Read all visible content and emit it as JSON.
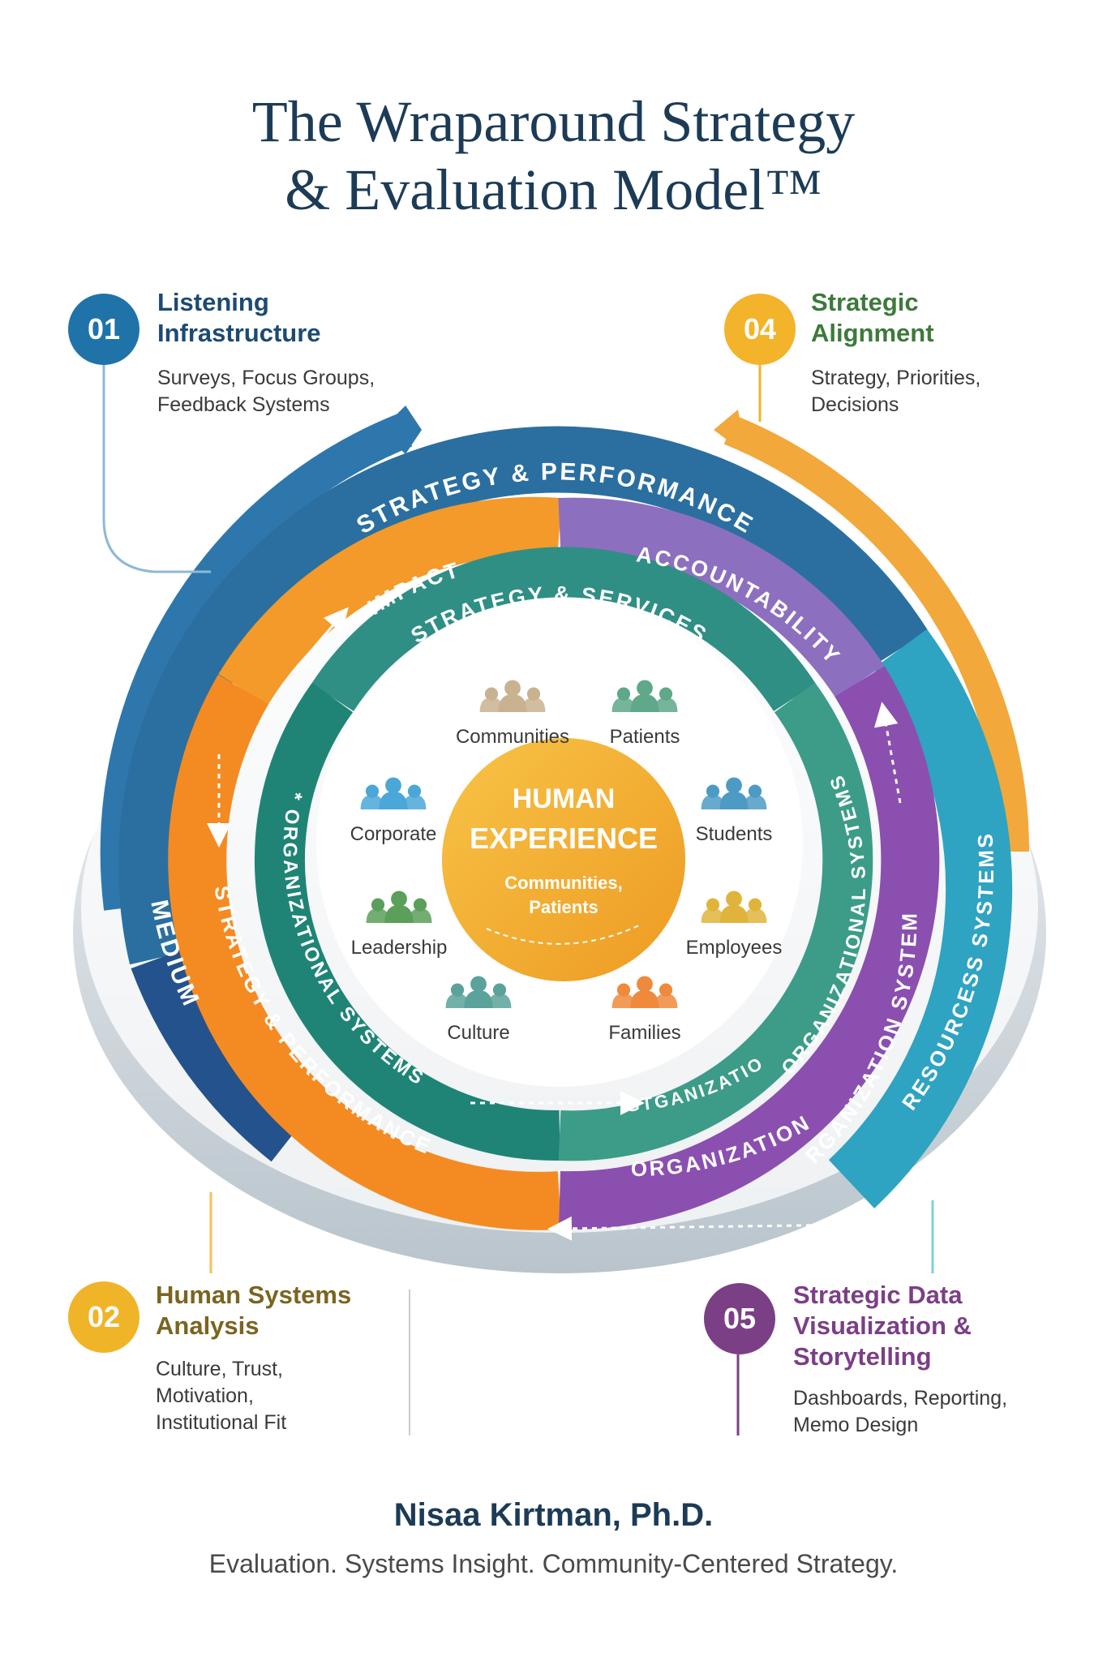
{
  "title": {
    "line1": "The Wraparound Strategy",
    "line2": "& Evaluation Model™"
  },
  "steps": [
    {
      "number": "01",
      "title_line1": "Listening",
      "title_line2": "Infrastructure",
      "desc_line1": "Surveys, Focus Groups,",
      "desc_line2": "Feedback Systems",
      "color": "#1f73a8"
    },
    {
      "number": "02",
      "title_line1": "Human Systems",
      "title_line2": "Analysis",
      "desc_line1": "Culture, Trust,",
      "desc_line2": "Motivation,",
      "desc_line3": "Institutional Fit",
      "color": "#f0b429"
    },
    {
      "number": "04",
      "title_line1": "Strategic",
      "title_line2": "Alignment",
      "desc_line1": "Strategy, Priorities,",
      "desc_line2": "Decisions",
      "color": "#f3b32a"
    },
    {
      "number": "05",
      "title_line1": "Strategic Data",
      "title_line2": "Visualization &",
      "title_line3": "Storytelling",
      "desc_line1": "Dashboards, Reporting,",
      "desc_line2": "Memo Design",
      "color": "#7b3f86"
    }
  ],
  "rings": {
    "outer_top": "STRATEGY & PERFORMANCE",
    "outer_left": "MEDIUM",
    "outer_right": "RESOURCESS SYSTEMS",
    "middle_impact": "IMPACT",
    "middle_accountability": "ACCOUNTABILITY",
    "middle_left": "STRATEGY & PERFORMANCE",
    "middle_right": "ORGANIZATION SYSTEMS",
    "middle_bottom": "ORGANIZATION",
    "inner_top": "STRATEGY & SERVICES",
    "inner_left": "* ORGANIZATIONAL SYSTEMS",
    "inner_right": "ORGANIZATIONAL SYSTEMS",
    "inner_bottom": "ORGTGANIZATIONAL"
  },
  "center": {
    "line1": "HUMAN",
    "line2": "EXPERIENCE",
    "sub1": "Communities,",
    "sub2": "Patients"
  },
  "groups": [
    {
      "label": "Communities",
      "icon": "people-group-icon",
      "color": "#c9b28f"
    },
    {
      "label": "Patients",
      "icon": "people-group-icon",
      "color": "#5fa88a"
    },
    {
      "label": "Corporate",
      "icon": "people-group-icon",
      "color": "#4aa7d8"
    },
    {
      "label": "Students",
      "icon": "people-group-icon",
      "color": "#4d9bc4"
    },
    {
      "label": "Leadership",
      "icon": "people-group-icon",
      "color": "#5a9f5a"
    },
    {
      "label": "Employees",
      "icon": "people-group-icon",
      "color": "#e0b43c"
    },
    {
      "label": "Culture",
      "icon": "people-group-icon",
      "color": "#5aa29a"
    },
    {
      "label": "Families",
      "icon": "people-group-icon",
      "color": "#ef8a3c"
    }
  ],
  "footer": {
    "author": "Nisaa Kirtman, Ph.D.",
    "tagline": "Evaluation. Systems Insight. Community-Centered Strategy."
  }
}
